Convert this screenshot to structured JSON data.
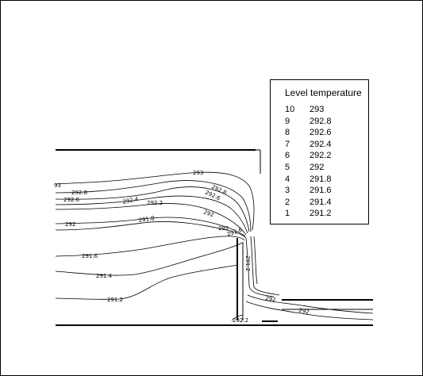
{
  "chart_data": {
    "type": "contour",
    "title": "",
    "xlabel": "",
    "ylabel": "",
    "legend": {
      "title": "Level temperature",
      "placement": "top-right",
      "levels": [
        {
          "level": "10",
          "temperature": "293"
        },
        {
          "level": "9",
          "temperature": "292.8"
        },
        {
          "level": "8",
          "temperature": "292.6"
        },
        {
          "level": "7",
          "temperature": "292.4"
        },
        {
          "level": "6",
          "temperature": "292.2"
        },
        {
          "level": "5",
          "temperature": "292"
        },
        {
          "level": "4",
          "temperature": "291.8"
        },
        {
          "level": "3",
          "temperature": "291.6"
        },
        {
          "level": "2",
          "temperature": "291.4"
        },
        {
          "level": "1",
          "temperature": "291.2"
        }
      ]
    },
    "contour_labels": {
      "293": [
        "293",
        "93"
      ],
      "292.8": [
        "292.8",
        "292.8"
      ],
      "292.6": [
        "292.6",
        "292.6"
      ],
      "292.4": [
        "292.4"
      ],
      "292.2": [
        "292.2",
        "292"
      ],
      "292": [
        "292",
        "292"
      ],
      "291.8": [
        "291.8"
      ],
      "291.6": [
        "291.6",
        "291.6"
      ],
      "291.4": [
        "291.4"
      ],
      "291.2": [
        "291.2"
      ],
      "outlet": [
        "292",
        "292",
        "292.2"
      ],
      "wall": [
        "291.2"
      ]
    },
    "grid": false
  }
}
